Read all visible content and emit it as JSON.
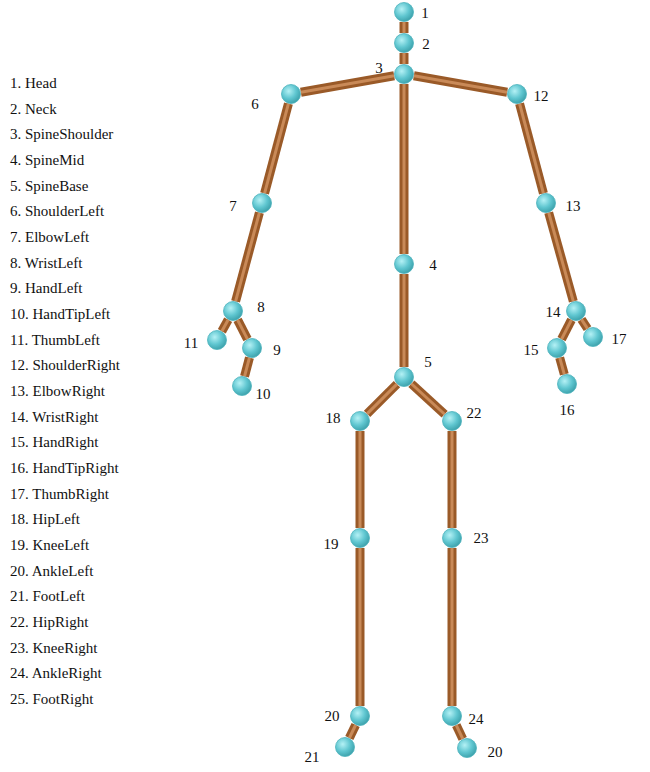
{
  "diagram": {
    "nodes": [
      {
        "text": [
          "1"
        ]
      },
      {
        "text": [
          "2"
        ]
      },
      {
        "text": [
          "3"
        ]
      },
      {
        "text": [
          "4"
        ]
      },
      {
        "text": [
          "5"
        ]
      },
      {
        "text": [
          "6"
        ]
      },
      {
        "text": [
          "7"
        ]
      },
      {
        "text": [
          "8"
        ]
      },
      {
        "text": [
          "9"
        ]
      },
      {
        "text": [
          "10"
        ]
      },
      {
        "text": [
          "11"
        ]
      },
      {
        "text": [
          "12"
        ]
      },
      {
        "text": [
          "13"
        ]
      },
      {
        "text": [
          "14"
        ]
      },
      {
        "text": [
          "15"
        ]
      },
      {
        "text": [
          "16"
        ]
      },
      {
        "text": [
          "17"
        ]
      },
      {
        "text": [
          "18"
        ]
      },
      {
        "text": [
          "19"
        ]
      },
      {
        "text": [
          "20"
        ]
      },
      {
        "text": [
          "21"
        ]
      },
      {
        "text": [
          "22"
        ]
      },
      {
        "text": [
          "23"
        ]
      },
      {
        "text": [
          "24"
        ]
      },
      {
        "text": [
          "20"
        ]
      }
    ],
    "edges": [
      {
        "from": 0,
        "to": 1,
        "arrow": "none"
      },
      {
        "from": 1,
        "to": 2,
        "arrow": "none"
      },
      {
        "from": 2,
        "to": 3,
        "arrow": "none"
      },
      {
        "from": 3,
        "to": 4,
        "arrow": "none"
      },
      {
        "from": 2,
        "to": 5,
        "arrow": "none"
      },
      {
        "from": 5,
        "to": 6,
        "arrow": "none"
      },
      {
        "from": 6,
        "to": 7,
        "arrow": "none"
      },
      {
        "from": 7,
        "to": 8,
        "arrow": "none"
      },
      {
        "from": 8,
        "to": 9,
        "arrow": "none"
      },
      {
        "from": 7,
        "to": 10,
        "arrow": "none"
      },
      {
        "from": 2,
        "to": 11,
        "arrow": "none"
      },
      {
        "from": 11,
        "to": 12,
        "arrow": "none"
      },
      {
        "from": 12,
        "to": 13,
        "arrow": "none"
      },
      {
        "from": 13,
        "to": 14,
        "arrow": "none"
      },
      {
        "from": 14,
        "to": 15,
        "arrow": "none"
      },
      {
        "from": 13,
        "to": 16,
        "arrow": "none"
      },
      {
        "from": 4,
        "to": 17,
        "arrow": "none"
      },
      {
        "from": 17,
        "to": 18,
        "arrow": "none"
      },
      {
        "from": 18,
        "to": 19,
        "arrow": "none"
      },
      {
        "from": 19,
        "to": 20,
        "arrow": "none"
      },
      {
        "from": 4,
        "to": 21,
        "arrow": "none"
      },
      {
        "from": 21,
        "to": 22,
        "arrow": "none"
      },
      {
        "from": 22,
        "to": 23,
        "arrow": "none"
      },
      {
        "from": 23,
        "to": 24,
        "arrow": "none"
      }
    ],
    "labels": [
      "1. Head",
      "2. Neck",
      "3. SpineShoulder",
      "4. SpineMid",
      "5. SpineBase",
      "6. ShoulderLeft",
      "7. ElbowLeft",
      "8. WristLeft",
      "9. HandLeft",
      "10. HandTipLeft",
      "11. ThumbLeft",
      "12. ShoulderRight",
      "13. ElbowRight",
      "14. WristRight",
      "15. HandRight",
      "16. HandTipRight",
      "17. ThumbRight",
      "18. HipLeft",
      "19. KneeLeft",
      "20. AnkleLeft",
      "21. FootLeft",
      "22. HipRight",
      "23. KneeRight",
      "24. AnkleRight",
      "25. FootRight"
    ]
  }
}
